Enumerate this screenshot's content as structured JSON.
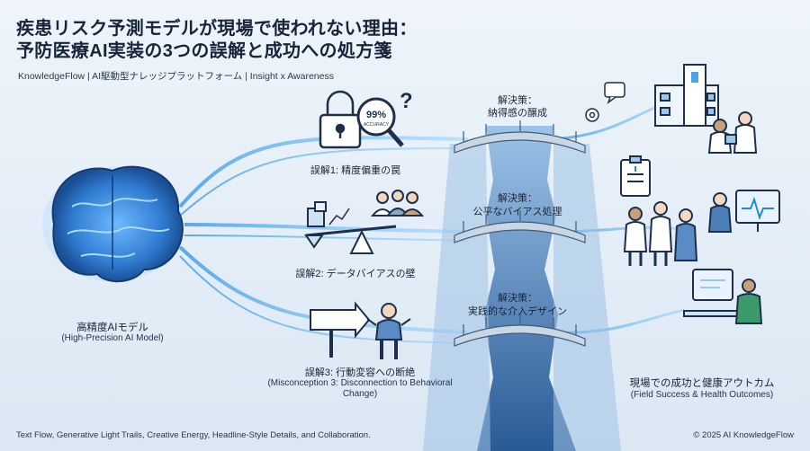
{
  "header": {
    "title_line1": "疾患リスク予測モデルが現場で使われない理由：",
    "title_line2": "予防医療AI実装の3つの誤解と成功への処方箋",
    "subtitle": "KnowledgeFlow | AI駆動型ナレッジプラットフォーム | Insight x Awareness"
  },
  "left": {
    "label_jp": "高精度AIモデル",
    "label_en": "(High-Precision AI Model)"
  },
  "misconceptions": [
    {
      "label": "誤解1: 精度偏重の罠"
    },
    {
      "label": "誤解2: データバイアスの壁"
    },
    {
      "label": "誤解3: 行動変容への断絶",
      "label_en": "(Misconception 3: Disconnection to Behavioral Change)"
    }
  ],
  "solutions": [
    {
      "label1": "解決策：",
      "label2": "納得感の醸成"
    },
    {
      "label1": "解決策：",
      "label2": "公平なバイアス処理"
    },
    {
      "label1": "解決策：",
      "label2": "実践的な介入デザイン"
    }
  ],
  "accuracy_badge": {
    "value": "99%",
    "caption": "ACCURACY",
    "mark": "?"
  },
  "right": {
    "label_jp": "現場での成功と健康アウトカム",
    "label_en": "(Field Success & Health Outcomes)"
  },
  "footer": {
    "left": "Text Flow, Generative Light Trails, Creative Energy, Headline-Style Details, and Collaboration.",
    "right": "© 2025 AI KnowledgeFlow"
  },
  "colors": {
    "accent": "#1f8ad6",
    "dark_navy": "#1d2f4a",
    "cliff": "#2d5f9a",
    "bridge": "#c9d6e3"
  }
}
